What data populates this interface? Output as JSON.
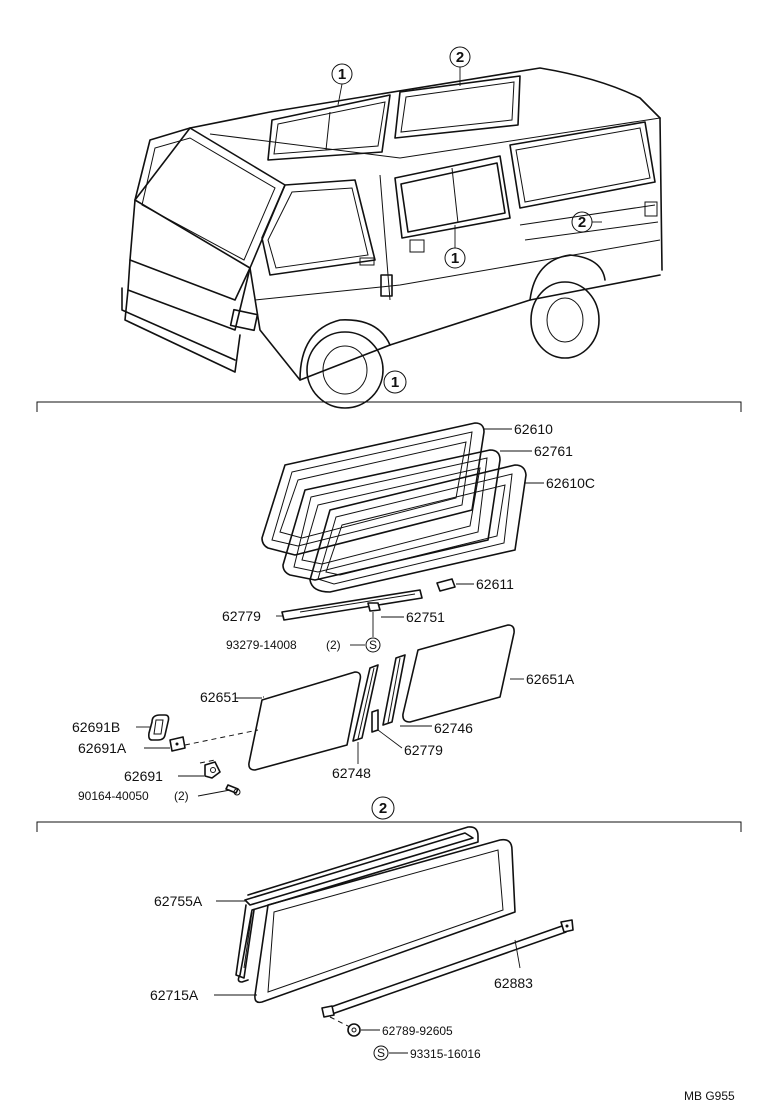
{
  "callouts": {
    "one": "1",
    "two": "2"
  },
  "section1": {
    "marker": "1",
    "parts": {
      "p62610": "62610",
      "p62761": "62761",
      "p62610C": "62610C",
      "p62611": "62611",
      "p62779_a": "62779",
      "p62751": "62751",
      "p93279": "93279-14008",
      "p93279_qty": "(2)",
      "s_symbol": "S",
      "p62651": "62651",
      "p62651A": "62651A",
      "p62691B": "62691B",
      "p62691A": "62691A",
      "p62691": "62691",
      "p90164": "90164-40050",
      "p90164_qty": "(2)",
      "p62746": "62746",
      "p62779_b": "62779",
      "p62748": "62748"
    }
  },
  "section2": {
    "marker": "2",
    "parts": {
      "p62755A": "62755A",
      "p62715A": "62715A",
      "p62883": "62883",
      "p62789": "62789-92605",
      "p93315": "93315-16016",
      "s_symbol": "S"
    }
  },
  "footer": {
    "code": "MB G955"
  }
}
